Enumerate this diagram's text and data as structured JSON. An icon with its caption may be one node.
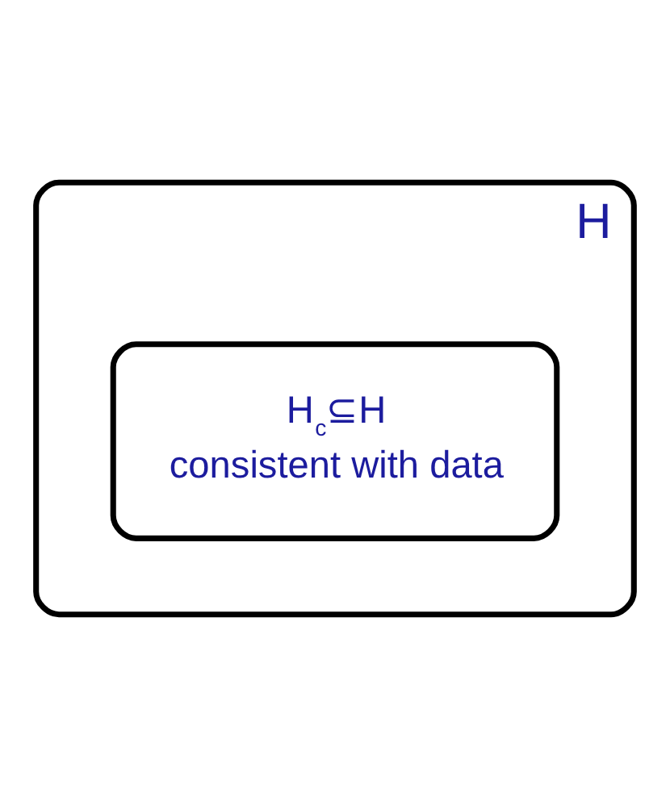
{
  "diagram": {
    "nodes": [
      {
        "text": [
          "H"
        ]
      },
      {
        "text": [
          "H$_{c}$⊆H",
          "consistent with data"
        ],
        "in": 0
      }
    ],
    "edges": []
  }
}
